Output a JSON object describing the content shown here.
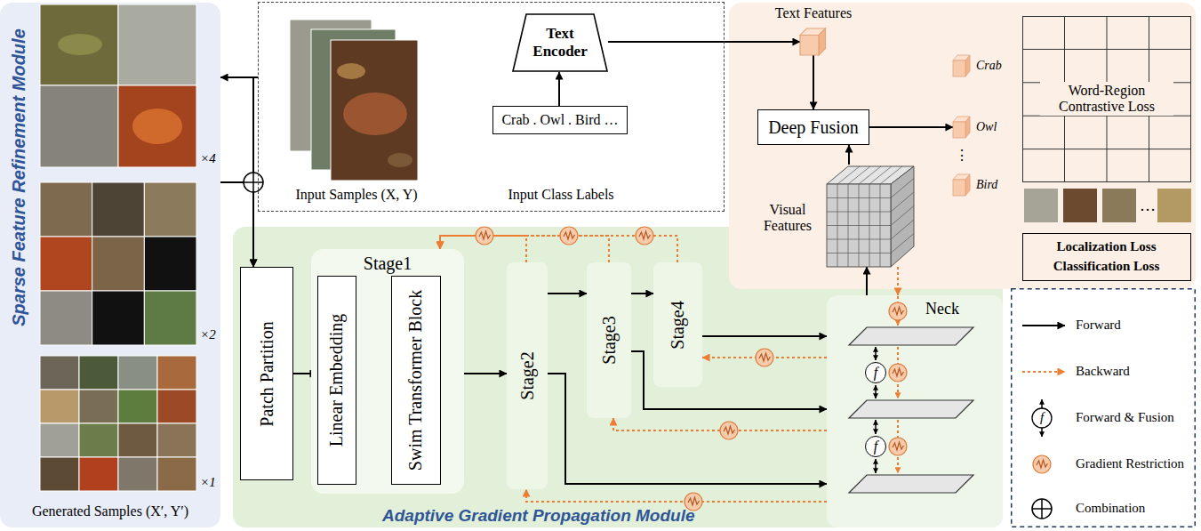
{
  "diagram": {
    "nodes": [
      {
        "text": [
          "Sparse Feature Refinement Module",
          "Generated Samples (X′, Y′)"
        ]
      },
      {
        "text": [
          "Input Samples (X, Y)"
        ]
      },
      {
        "text": [
          "Text Encoder"
        ],
        "in": 1
      },
      {
        "text": [
          "Crab . Owl . Bird …",
          "Input Class Labels"
        ],
        "in": 1
      },
      {
        "text": [
          "Text Features"
        ]
      },
      {
        "text": [
          "Deep Fusion"
        ]
      },
      {
        "text": [
          "Crab"
        ]
      },
      {
        "text": [
          "Owl"
        ]
      },
      {
        "text": [
          "Bird"
        ]
      },
      {
        "text": [
          "Word-Region Contrastive Loss"
        ]
      },
      {
        "text": [
          "Localization Loss",
          "Classification Loss"
        ]
      },
      {
        "text": [
          "Visual Features"
        ]
      },
      {
        "text": [
          "Adaptive Gradient Propagation Module"
        ]
      },
      {
        "text": [
          "Patch Partition"
        ],
        "in": 12
      },
      {
        "text": [
          "Stage1"
        ],
        "in": 12
      },
      {
        "text": [
          "Linear Embedding"
        ],
        "in": 14
      },
      {
        "text": [
          "Swim Transformer Block"
        ],
        "in": 14
      },
      {
        "text": [
          "Stage2"
        ],
        "in": 12
      },
      {
        "text": [
          "Stage3"
        ],
        "in": 12
      },
      {
        "text": [
          "Stage4"
        ],
        "in": 12
      },
      {
        "text": [
          "Neck"
        ],
        "in": 12
      },
      {
        "text": [
          "f"
        ],
        "in": 20
      },
      {
        "text": [
          "f"
        ],
        "in": 20
      }
    ],
    "edges": [
      {
        "from": 1,
        "to": 0,
        "arrow": "to"
      },
      {
        "from": 1,
        "to": 13,
        "arrow": "to"
      },
      {
        "from": 0,
        "to": 13,
        "arrow": "to"
      },
      {
        "from": 3,
        "to": 2,
        "arrow": "to"
      },
      {
        "from": 2,
        "to": 4,
        "arrow": "to"
      },
      {
        "from": 4,
        "to": 5,
        "arrow": "to"
      },
      {
        "from": 11,
        "to": 5,
        "arrow": "to"
      },
      {
        "from": 5,
        "to": 7,
        "arrow": "to"
      },
      {
        "from": 13,
        "to": 15,
        "arrow": "to"
      },
      {
        "from": 15,
        "to": 16,
        "arrow": "to"
      },
      {
        "from": 14,
        "to": 17,
        "arrow": "to"
      },
      {
        "from": 17,
        "to": 18,
        "arrow": "to"
      },
      {
        "from": 18,
        "to": 19,
        "arrow": "to"
      },
      {
        "from": 19,
        "to": 20,
        "arrow": "to"
      },
      {
        "from": 18,
        "to": 20,
        "arrow": "to"
      },
      {
        "from": 17,
        "to": 20,
        "arrow": "to"
      },
      {
        "from": 20,
        "to": 11,
        "arrow": "to"
      },
      {
        "from": 20,
        "to": 19,
        "arrow": "to"
      },
      {
        "from": 20,
        "to": 18,
        "arrow": "to"
      },
      {
        "from": 20,
        "to": 17,
        "arrow": "to"
      },
      {
        "from": 11,
        "to": 20,
        "arrow": "to"
      },
      {
        "from": 19,
        "to": 14,
        "arrow": "to"
      },
      {
        "from": 18,
        "to": 14,
        "arrow": "to"
      },
      {
        "from": 17,
        "to": 14,
        "arrow": "to"
      }
    ],
    "labels": [
      "×4",
      "×2",
      "×1",
      "⋮",
      "…",
      "f"
    ],
    "legend": [
      {
        "text": "Forward"
      },
      {
        "text": "Backward"
      },
      {
        "text": "Forward & Fusion"
      },
      {
        "text": "Gradient Restriction"
      },
      {
        "text": "Combination"
      }
    ]
  }
}
